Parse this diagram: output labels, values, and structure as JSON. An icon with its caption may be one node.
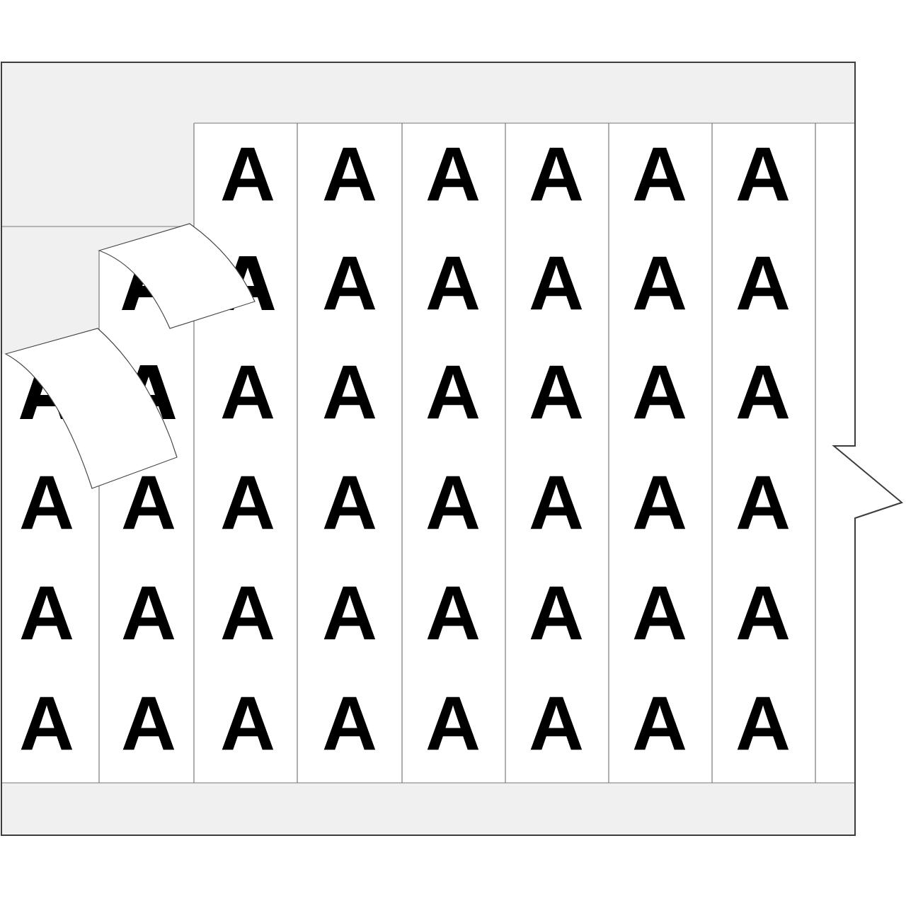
{
  "diagram": {
    "labels": [
      "A",
      "A",
      "A",
      "A",
      "A",
      "A",
      "A",
      "A",
      "A",
      "A",
      "A",
      "A",
      "A",
      "A",
      "A",
      "A",
      "A",
      "A",
      "A",
      "A",
      "A",
      "A",
      "A",
      "A",
      "A",
      "A",
      "A",
      "A",
      "A",
      "A",
      "A",
      "A",
      "A",
      "A",
      "A",
      "A",
      "A",
      "A",
      "A",
      "A",
      "A"
    ]
  }
}
